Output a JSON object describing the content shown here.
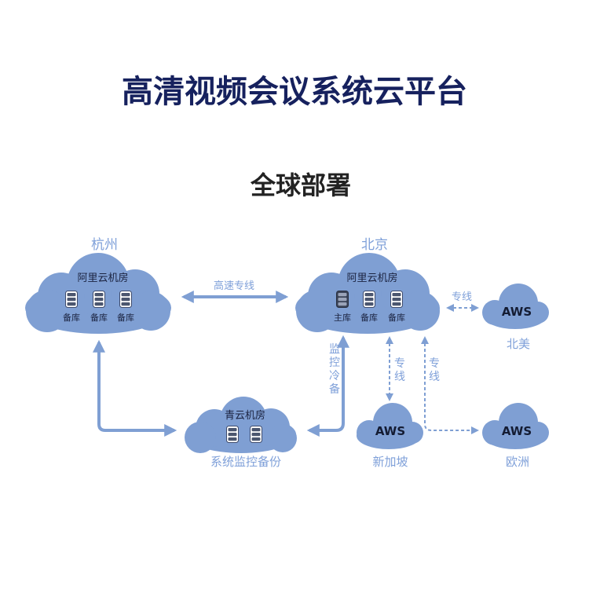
{
  "header": {
    "title": "高清视频会议系统云平台",
    "subtitle": "全球部署"
  },
  "colors": {
    "cloud": "#7f9fd3",
    "arrow": "#7f9fd3",
    "title": "#16215e",
    "label": "#7fa0d9"
  },
  "nodes": {
    "hangzhou": {
      "region": "杭州",
      "name": "阿里云机房",
      "dbs": [
        "备库",
        "备库",
        "备库"
      ]
    },
    "beijing": {
      "region": "北京",
      "name": "阿里云机房",
      "dbs": [
        "主库",
        "备库",
        "备库"
      ]
    },
    "qingyun": {
      "name": "青云机房",
      "caption": "系统监控备份"
    },
    "aws_na": {
      "label": "AWS",
      "region": "北美"
    },
    "aws_sg": {
      "label": "AWS",
      "region": "新加坡"
    },
    "aws_eu": {
      "label": "AWS",
      "region": "欧洲"
    }
  },
  "links": {
    "hz_bj": "高速专线",
    "bj_na": "专线",
    "bj_sg": [
      "专",
      "线"
    ],
    "bj_eu": [
      "专",
      "线"
    ],
    "qy_bj": [
      "监",
      "控",
      "冷",
      "备"
    ]
  }
}
